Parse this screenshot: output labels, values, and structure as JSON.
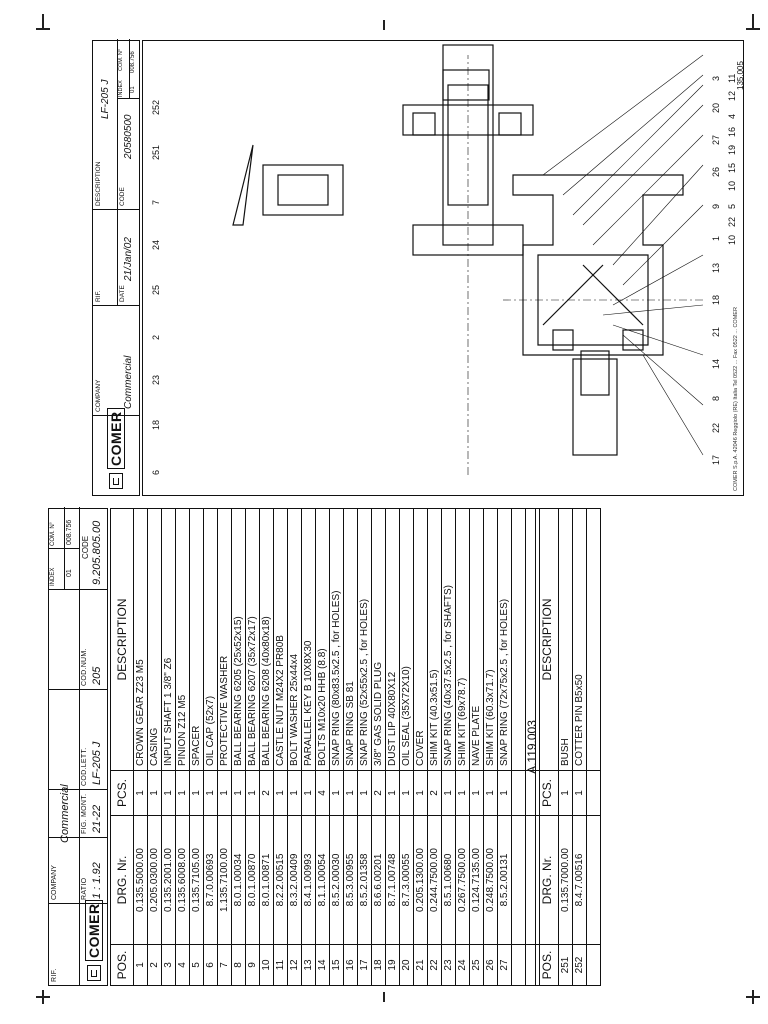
{
  "left": {
    "header": {
      "ref_label": "RIF.",
      "brand": "COMER",
      "company_label": "COMPANY",
      "company": "Commercial",
      "index_label": "INDEX",
      "index": "01",
      "comm_label": "COM. N°",
      "comm": "008.756",
      "ratio_label": "RATIO",
      "ratio": "1 : 1.92",
      "fig_label": "FIG. MONT.",
      "fig": "21-22",
      "coll_label": "COD.LETT.",
      "coll": "LF-205 J",
      "num_label": "COD.NUM.",
      "num": "205",
      "code_label": "CODE",
      "code": "9.205.805.00"
    },
    "table": {
      "headers": [
        "POS.",
        "DRG. Nr.",
        "PCS.",
        "DESCRIPTION"
      ],
      "rows": [
        [
          "1",
          "0.135.5000.00",
          "1",
          "CROWN GEAR Z23 M5"
        ],
        [
          "2",
          "0.205.0300.00",
          "1",
          "CASING"
        ],
        [
          "3",
          "0.135.2001.00",
          "1",
          "INPUT SHAFT 1 3/8\" Z6"
        ],
        [
          "4",
          "0.135.6008.00",
          "1",
          "PINION Z12 M5"
        ],
        [
          "5",
          "0.135.7105.00",
          "1",
          "SPACER"
        ],
        [
          "6",
          "8.7.0.00693",
          "1",
          "OIL CAP (52x7)"
        ],
        [
          "7",
          "1.135.7100.00",
          "1",
          "PROTECTIVE WASHER"
        ],
        [
          "8",
          "8.0.1.00034",
          "1",
          "BALL BEARING 6205 (25x52x15)"
        ],
        [
          "9",
          "8.0.1.00870",
          "1",
          "BALL BEARING 6207 (35x72x17)"
        ],
        [
          "10",
          "8.0.1.00871",
          "2",
          "BALL BEARING 6208 (40x80x18)"
        ],
        [
          "11",
          "8.2.2.00515",
          "1",
          "CASTLE NUT M24X2 PR80B"
        ],
        [
          "12",
          "8.3.2.00409",
          "1",
          "BOLT WASHER 25x44x4"
        ],
        [
          "13",
          "8.4.1.00993",
          "1",
          "PARALLEL KEY B 10X8X30"
        ],
        [
          "14",
          "8.1.1.00054",
          "4",
          "BOLTS M10x20 HHB (8.8)"
        ],
        [
          "15",
          "8.5.2.00030",
          "1",
          "SNAP RING (80x83.5x2.5 , for HOLES)"
        ],
        [
          "16",
          "8.5.3.00955",
          "1",
          "SNAP RING SB 81"
        ],
        [
          "17",
          "8.5.2.01358",
          "1",
          "SNAP RING (52x55x2.5 , for HOLES)"
        ],
        [
          "18",
          "8.6.6.00201",
          "2",
          "3/8\" GAS SOLID PLUG"
        ],
        [
          "19",
          "8.7.1.00748",
          "1",
          "DUST LIP 40X80X12"
        ],
        [
          "20",
          "8.7.3.00055",
          "1",
          "OIL SEAL (35X72X10)"
        ],
        [
          "21",
          "0.205.1300.00",
          "1",
          "COVER"
        ],
        [
          "22",
          "0.244.7500.00",
          "2",
          "SHIM KIT (40.3x51.5)"
        ],
        [
          "23",
          "8.5.1.00680",
          "1",
          "SNAP RING (40x37.5x2.5 , for SHAFTS)"
        ],
        [
          "24",
          "0.267.7500.00",
          "1",
          "SHIM KIT (69x78.7)"
        ],
        [
          "25",
          "0.124.7135.00",
          "1",
          "NAVE PLATE"
        ],
        [
          "26",
          "0.248.7500.00",
          "1",
          "SHIM KIT (60.3x71.7)"
        ],
        [
          "27",
          "8.5.2.00131",
          "1",
          "SNAP RING (72x75x2.5 , for HOLES)"
        ],
        [
          "",
          "",
          "",
          ""
        ],
        [
          "",
          "",
          "",
          ""
        ]
      ]
    },
    "sub_label": "A.119.003",
    "sub_table": {
      "headers": [
        "POS.",
        "DRG. Nr.",
        "PCS.",
        "DESCRIPTION"
      ],
      "rows": [
        [
          "251",
          "0.135.7000.00",
          "1",
          "BUSH"
        ],
        [
          "252",
          "8.4.7.00516",
          "1",
          "COTTER PIN B5x50"
        ],
        [
          "",
          "",
          "",
          ""
        ]
      ]
    }
  },
  "right": {
    "title_block": {
      "brand": "COMER",
      "company_label": "COMPANY",
      "company": "Commercial",
      "ref_label": "RIF.",
      "date_label": "DATE",
      "date": "21/Jan/02",
      "description_label": "DESCRIPTION",
      "description": "LF-205 J",
      "code_label": "CODE",
      "code": "20580500",
      "index_label": "INDEX",
      "index": "01",
      "comm_label": "COM. N°",
      "comm": "008.756"
    },
    "footer_note": "COMER S.p.A. 42046 Reggiolo (RE) Italia Tel 0522 ... Fax 0522 ... COMER",
    "callouts_top": [
      "17",
      "22",
      "8",
      "14",
      "21",
      "18",
      "13",
      "1",
      "9",
      "26",
      "27",
      "20",
      "3"
    ],
    "callouts_right": [
      "10",
      "22",
      "5",
      "10",
      "15",
      "19",
      "16",
      "4",
      "12",
      "11"
    ],
    "callouts_bottom": [
      "6",
      "18",
      "23",
      "2",
      "25",
      "24",
      "7",
      "251",
      "252"
    ],
    "page_code": "135.005"
  }
}
